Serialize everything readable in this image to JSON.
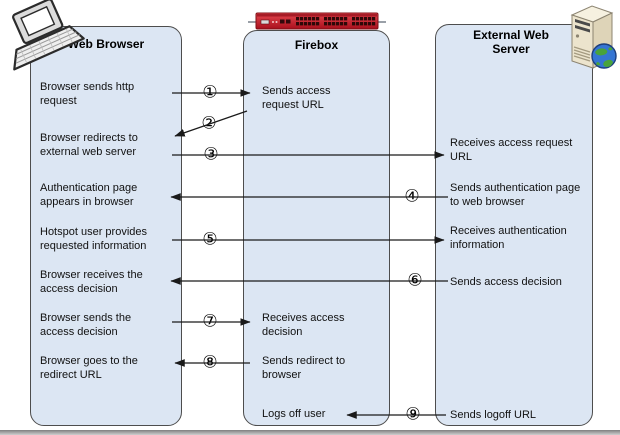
{
  "diagram": {
    "type": "sequence-flow",
    "subject": "Hotspot external guest authentication flow"
  },
  "colors": {
    "lane_fill": "#dce6f3",
    "lane_border": "#4d4d4d",
    "arrow": "#1a1a1a",
    "appliance_red": "#c41220"
  },
  "columns": [
    {
      "title": "Web Browser",
      "icon": "laptop-icon",
      "items": [
        {
          "text": "Browser sends http request"
        },
        {
          "text": "Browser redirects to external web server"
        },
        {
          "text": "Authentication page appears in browser"
        },
        {
          "text": "Hotspot user provides requested information"
        },
        {
          "text": "Browser receives the access decision"
        },
        {
          "text": "Browser sends the access decision"
        },
        {
          "text": "Browser goes to the redirect URL"
        }
      ]
    },
    {
      "title": "Firebox",
      "icon": "firebox-appliance-icon",
      "items": [
        {
          "text": "Sends access request URL"
        },
        {
          "text": "Receives access decision"
        },
        {
          "text": "Sends redirect to browser"
        },
        {
          "text": "Logs off user"
        }
      ]
    },
    {
      "title": "External Web Server",
      "icon": "web-server-icon",
      "items": [
        {
          "text": "Receives access request URL"
        },
        {
          "text": "Sends authentication page to web browser"
        },
        {
          "text": "Receives authentication information"
        },
        {
          "text": "Sends access decision"
        },
        {
          "text": "Sends logoff URL"
        }
      ]
    }
  ],
  "markers": [
    {
      "glyph": "①"
    },
    {
      "glyph": "②"
    },
    {
      "glyph": "③"
    },
    {
      "glyph": "④"
    },
    {
      "glyph": "⑤"
    },
    {
      "glyph": "⑥"
    },
    {
      "glyph": "⑦"
    },
    {
      "glyph": "⑧"
    },
    {
      "glyph": "⑨"
    }
  ]
}
